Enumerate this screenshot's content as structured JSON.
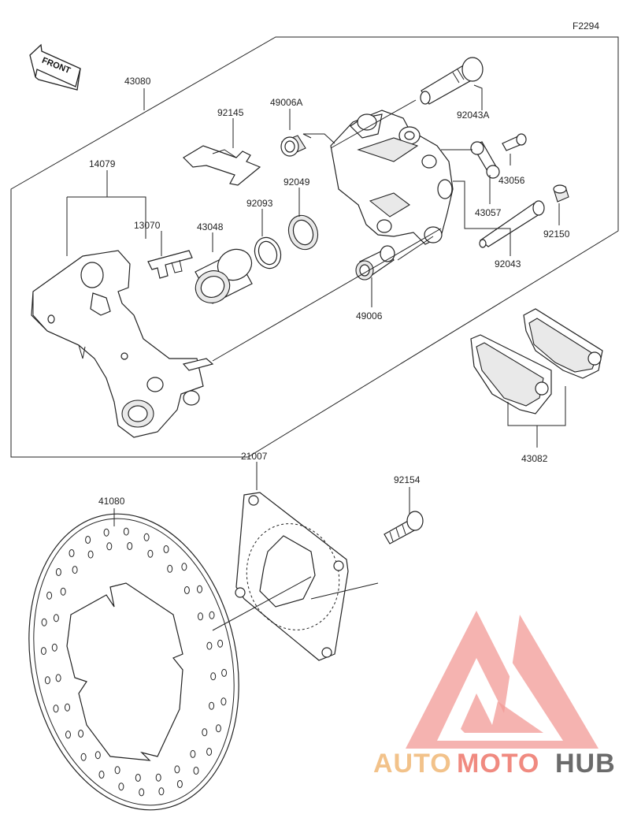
{
  "figure_code": "F2294",
  "front_label": "FRONT",
  "parts": [
    {
      "id": "43080"
    },
    {
      "id": "92145"
    },
    {
      "id": "49006A"
    },
    {
      "id": "92043A"
    },
    {
      "id": "14079"
    },
    {
      "id": "13070"
    },
    {
      "id": "43048"
    },
    {
      "id": "92093"
    },
    {
      "id": "92049"
    },
    {
      "id": "43056"
    },
    {
      "id": "43057"
    },
    {
      "id": "92150"
    },
    {
      "id": "92043"
    },
    {
      "id": "49006"
    },
    {
      "id": "43082"
    },
    {
      "id": "21007"
    },
    {
      "id": "92154"
    },
    {
      "id": "41080"
    }
  ],
  "watermark": {
    "brand_parts": [
      "AUTO",
      "MOTO",
      "HUB"
    ],
    "colors": {
      "auto": "#f2c28a",
      "moto": "#f08a80",
      "hub": "#6b6b6b",
      "logo": "#f29a96"
    }
  }
}
